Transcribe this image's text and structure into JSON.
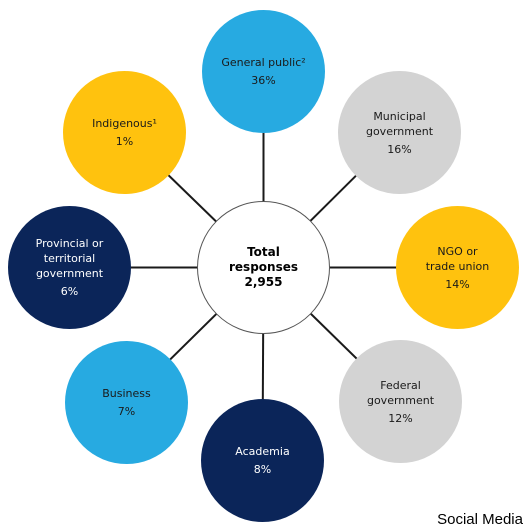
{
  "center": {
    "title": "Total\nresponses",
    "value": "2,955"
  },
  "nodes": [
    {
      "label": "General public²",
      "value": "36%",
      "color": "#27aae1",
      "text": "#1a1a1a"
    },
    {
      "label": "Municipal\ngovernment",
      "value": "16%",
      "color": "#d3d3d3",
      "text": "#1a1a1a"
    },
    {
      "label": "NGO or\ntrade union",
      "value": "14%",
      "color": "#ffc20e",
      "text": "#1a1a1a"
    },
    {
      "label": "Federal\ngovernment",
      "value": "12%",
      "color": "#d3d3d3",
      "text": "#1a1a1a"
    },
    {
      "label": "Academia",
      "value": "8%",
      "color": "#0b2559",
      "text": "#ffffff"
    },
    {
      "label": "Business",
      "value": "7%",
      "color": "#27aae1",
      "text": "#1a1a1a"
    },
    {
      "label": "Provincial or\nterritorial\ngovernment",
      "value": "6%",
      "color": "#0b2559",
      "text": "#ffffff"
    },
    {
      "label": "Indigenous¹",
      "value": "1%",
      "color": "#ffc20e",
      "text": "#1a1a1a"
    }
  ],
  "watermark": "Social Media"
}
